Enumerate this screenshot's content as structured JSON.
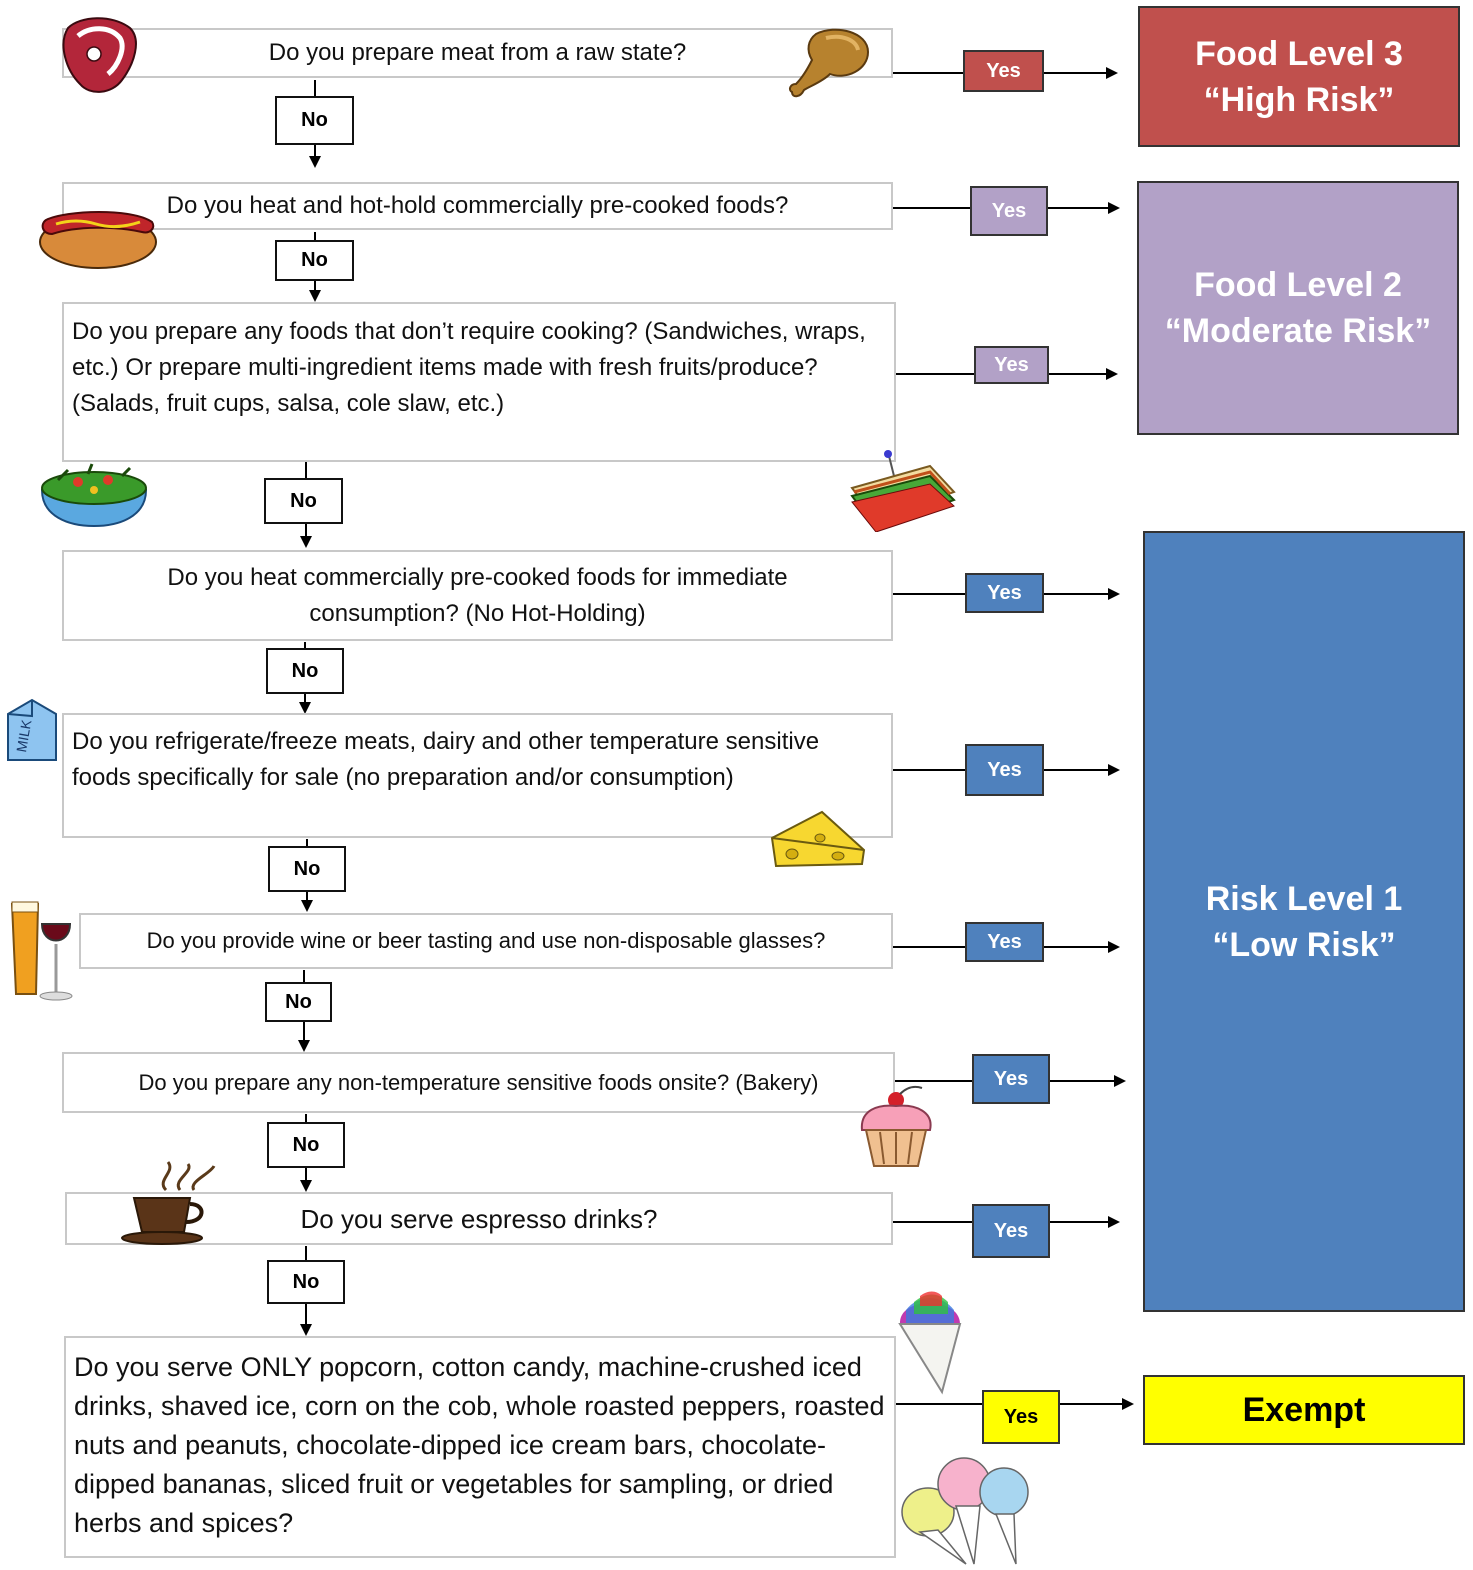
{
  "questions": [
    "Do you prepare meat from a raw state?",
    "Do you heat and hot-hold commercially pre-cooked foods?",
    "Do you prepare any foods that don’t require cooking? (Sandwiches, wraps, etc.)  Or prepare multi-ingredient items made with fresh fruits/produce? (Salads, fruit cups, salsa, cole slaw, etc.)",
    "Do you heat commercially pre-cooked foods for immediate consumption? (No Hot-Holding)",
    "Do you refrigerate/freeze meats, dairy and other temperature sensitive foods specifically for sale (no preparation and/or consumption)",
    "Do you provide wine or beer tasting and use non-disposable glasses?",
    "Do you prepare any non-temperature sensitive foods onsite? (Bakery)",
    "Do you serve espresso drinks?",
    "Do you serve ONLY popcorn, cotton candy, machine-crushed iced drinks, shaved ice, corn on the cob, whole roasted peppers, roasted nuts and peanuts, chocolate-dipped ice cream bars, chocolate-dipped bananas, sliced fruit or vegetables for sampling, or dried herbs and spices?"
  ],
  "no_label": "No",
  "yes_label": "Yes",
  "levels": {
    "level3": {
      "line1": "Food Level 3",
      "line2": "“High Risk”",
      "color": "#c0504d"
    },
    "level2": {
      "line1": "Food Level 2",
      "line2": "“Moderate Risk”",
      "color": "#b2a1c7"
    },
    "level1": {
      "line1": "Risk Level 1",
      "line2": "“Low Risk”",
      "color": "#4f81bd"
    },
    "exempt": {
      "line1": "Exempt",
      "color": "#ffff00"
    }
  },
  "icons": [
    "steak-icon",
    "chicken-leg-icon",
    "hot-dog-icon",
    "salad-bowl-icon",
    "sandwich-icon",
    "milk-carton-icon",
    "cheese-icon",
    "beer-wine-icon",
    "cupcake-icon",
    "coffee-cup-icon",
    "snow-cone-icon",
    "cotton-candy-icon"
  ]
}
